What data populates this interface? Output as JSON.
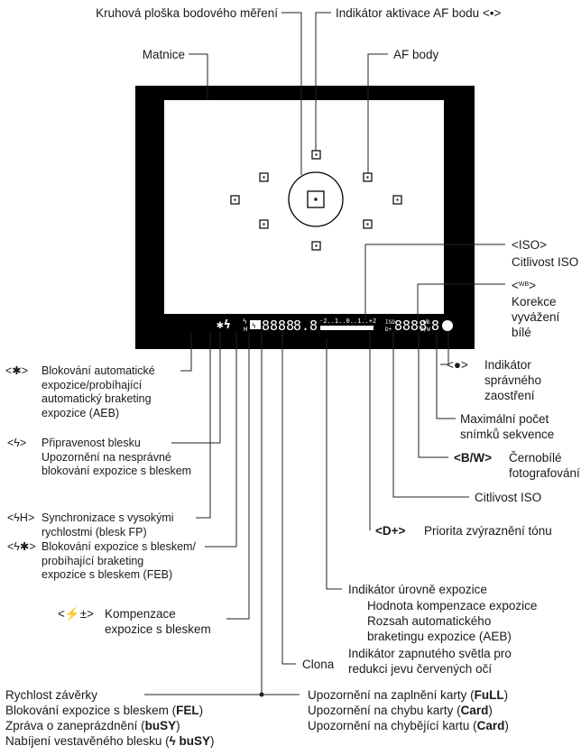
{
  "top": {
    "spot_circle": "Kruhová ploška bodového měření",
    "af_activation": "Indikátor aktivace AF bodu <•>",
    "screen": "Matnice",
    "af_points": "AF body"
  },
  "right": {
    "iso_tag": "<ISO>",
    "iso_label": "Citlivost ISO",
    "wb_tag": "<",
    "wb_tag_end": ">",
    "wb_label": [
      "Korekce",
      "vyvážení",
      "bílé"
    ],
    "focus_tag": "<●>",
    "focus_label": [
      "Indikátor",
      "správného",
      "zaostření"
    ],
    "max_burst": [
      "Maximální počet",
      "snímků sekvence"
    ],
    "bw_tag": "<B/W>",
    "bw_label": [
      "Černobílé",
      "fotografování"
    ],
    "iso2": "Citlivost ISO",
    "dplus_tag": "<D+>",
    "dplus_label": "Priorita zvýraznění tónu"
  },
  "left": {
    "ae_lock_tag": "<✱>",
    "ae_lock": [
      "Blokování automatické",
      "expozice/probíhající",
      "automatický braketing",
      "expozice (AEB)"
    ],
    "flash_ready_tag": "<ϟ>",
    "flash_ready": [
      "Připravenost blesku",
      "Upozornění na nesprávné",
      "blokování expozice s bleskem"
    ],
    "hss_tag": "<ϟH>",
    "hss": [
      "Synchronizace s vysokými",
      "rychlostmi (blesk FP)"
    ],
    "fel_tag": "<ϟ✱>",
    "fel": [
      "Blokování expozice s bleskem/",
      "probíhající braketing",
      "expozice s bleskem (FEB)"
    ],
    "fec_tag": "<⚡±>",
    "fec": [
      "Kompenzace",
      "expozice s bleskem"
    ]
  },
  "center": {
    "exposure_level": "Indikátor úrovně expozice",
    "exposure_sub": [
      "Hodnota kompenzace expozice",
      "Rozsah automatického",
      "braketingu expozice (AEB)"
    ],
    "redeye": [
      "Indikátor zapnutého světla pro",
      "redukci jevu červených očí"
    ],
    "aperture": "Clona"
  },
  "bottom_left": {
    "shutter": "Rychlost závěrky",
    "fel_prefix": "Blokování expozice s bleskem (",
    "fel_code": "FEL",
    "busy_prefix": "Zpráva o zaneprázdnění (",
    "busy_code": "buSY",
    "charge_prefix": "Nabíjení vestavěného blesku (",
    "charge_code": "ϟ buSY",
    "close": ")"
  },
  "bottom_right": {
    "full_prefix": "Upozornění na zaplnění karty (",
    "full_code": "FuLL",
    "err_prefix": "Upozornění na chybu karty (",
    "err_code": "Card",
    "none_prefix": "Upozornění na chybějící kartu (",
    "none_code": "Card",
    "close": ")"
  },
  "display": {
    "digits_left": "8888",
    "digits_mid": "8.8",
    "scale": "-2..1..0..1..+2",
    "iso_small": "ISO",
    "dplus_small": "D+",
    "digits_right": "8888",
    "wb_small": "WB",
    "bw_small": "B/W",
    "burst_digit": "8"
  },
  "colors": {
    "frame": "#000000",
    "screen": "#ffffff",
    "line": "#222222",
    "display_text": "#ffffff"
  }
}
